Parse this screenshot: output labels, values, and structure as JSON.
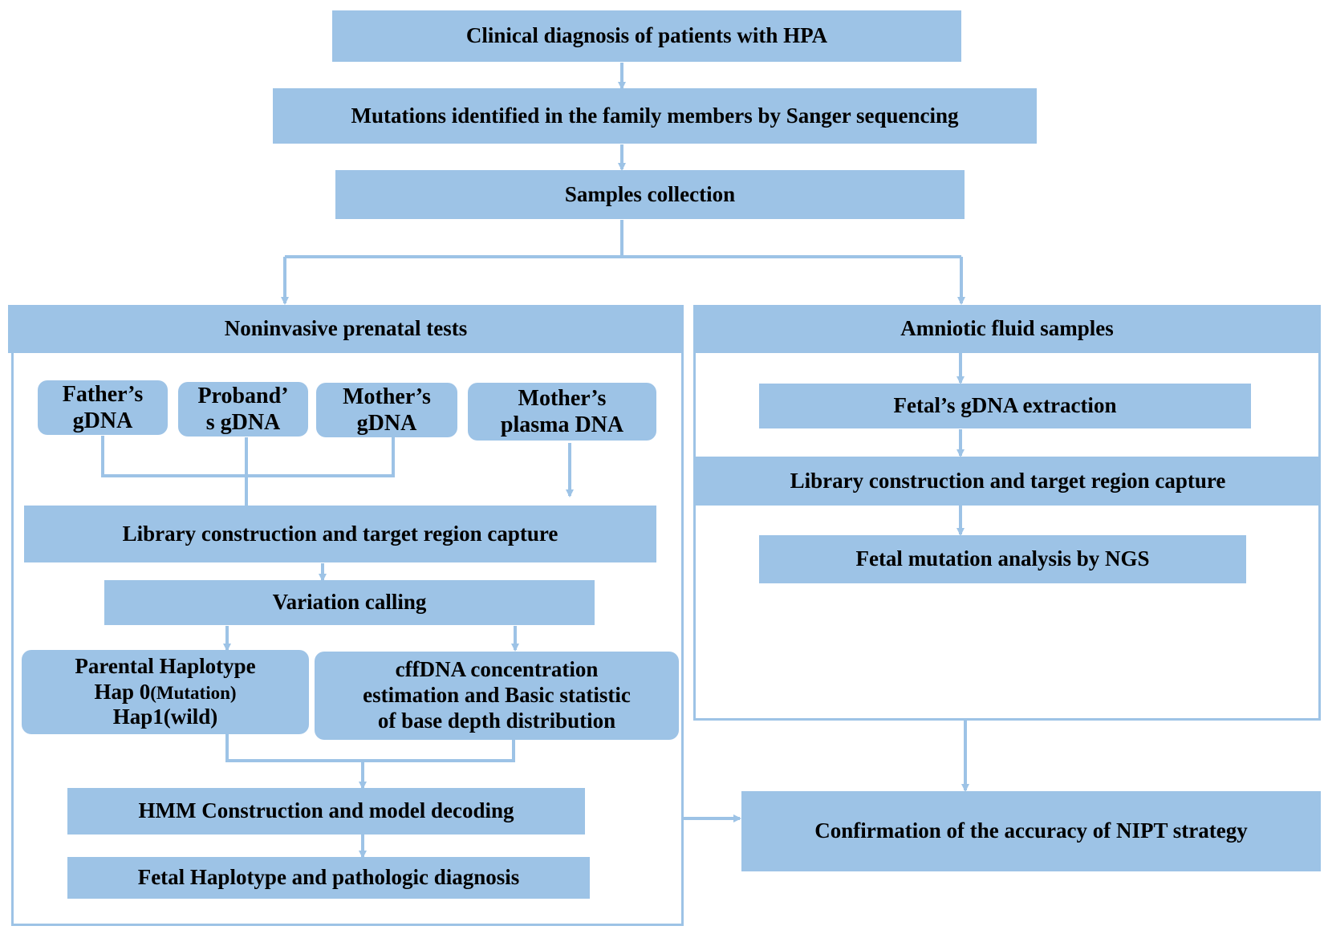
{
  "top": {
    "clinical": "Clinical diagnosis of patients with HPA",
    "mutations": "Mutations identified in the family members by Sanger sequencing",
    "samples": "Samples collection"
  },
  "nipt": {
    "header": "Noninvasive prenatal tests",
    "father_l1": "Father’s",
    "father_l2": "gDNA",
    "proband_l1": "Proband’",
    "proband_l2": "s gDNA",
    "mother_l1": "Mother’s",
    "mother_l2": "gDNA",
    "plasma_l1": "Mother’s",
    "plasma_l2": "plasma DNA",
    "library": "Library construction and target region capture",
    "variation": "Variation calling",
    "haplo_l1": "Parental Haplotype",
    "haplo_l2a": "Hap 0",
    "haplo_l2b": "(Mutation)",
    "haplo_l3": "Hap1(wild)",
    "cff_l1": "cffDNA concentration",
    "cff_l2": "estimation and Basic statistic",
    "cff_l3": "of base depth distribution",
    "hmm": "HMM Construction and model decoding",
    "fetal_haplotype": "Fetal Haplotype and pathologic diagnosis"
  },
  "amniotic": {
    "header": "Amniotic fluid samples",
    "extraction": "Fetal’s gDNA extraction",
    "library": "Library construction and target region capture",
    "analysis": "Fetal mutation analysis by NGS"
  },
  "confirmation": "Confirmation of the accuracy of NIPT strategy",
  "colors": {
    "box_fill": "#9dc3e6",
    "line": "#9dc3e6",
    "text": "#000000"
  }
}
